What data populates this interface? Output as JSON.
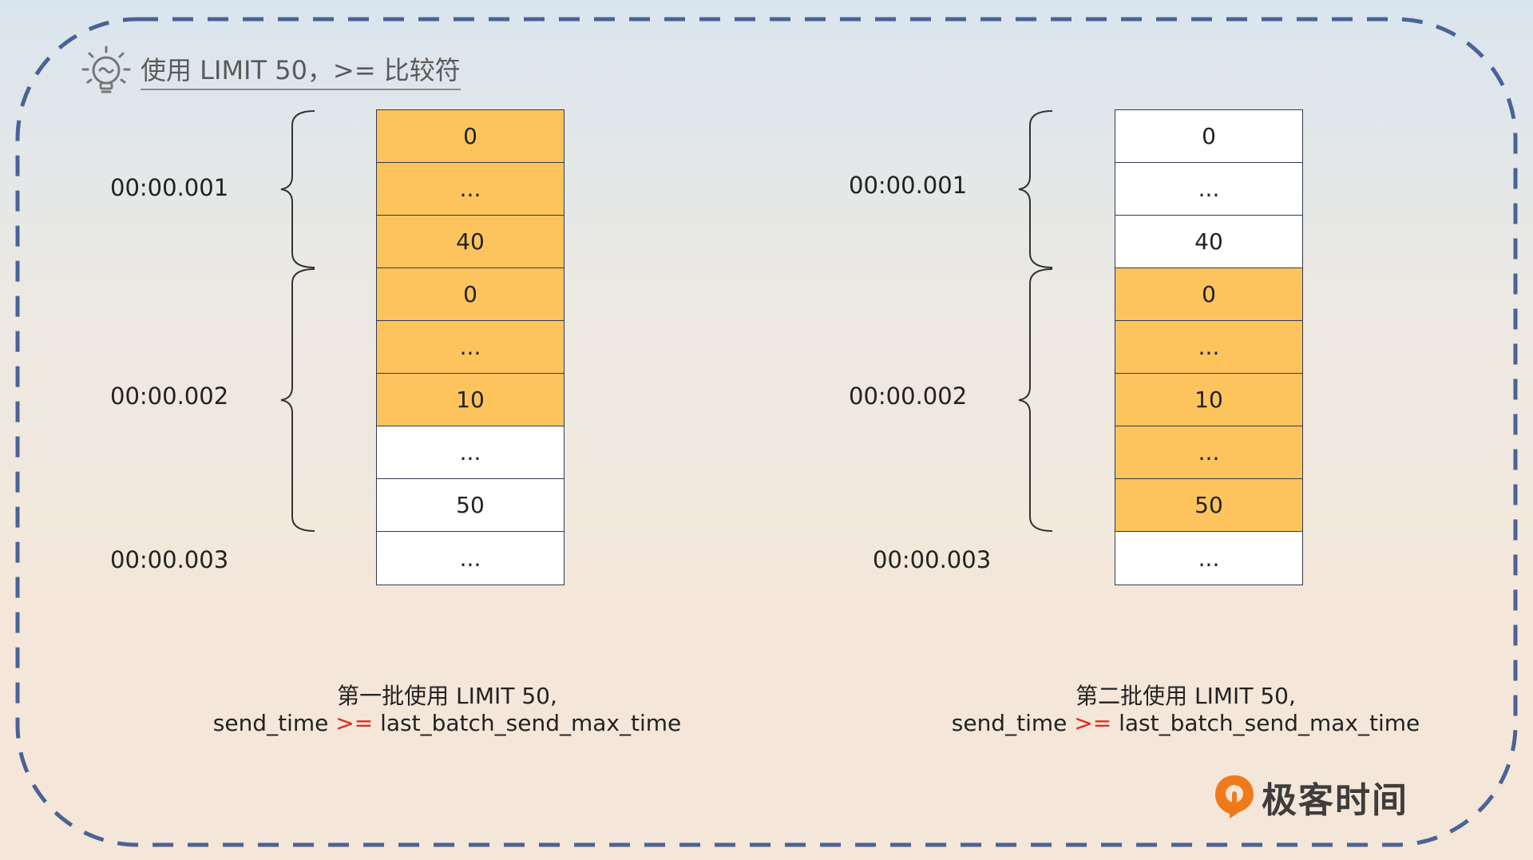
{
  "header": {
    "title": "使用 LIMIT 50，>= 比较符",
    "icon": "lightbulb-icon"
  },
  "panels": [
    {
      "times": [
        "00:00.001",
        "00:00.002",
        "00:00.003"
      ],
      "cells": [
        {
          "label": "0",
          "highlight": true
        },
        {
          "label": "...",
          "highlight": true
        },
        {
          "label": "40",
          "highlight": true
        },
        {
          "label": "0",
          "highlight": true
        },
        {
          "label": "...",
          "highlight": true
        },
        {
          "label": "10",
          "highlight": true
        },
        {
          "label": "...",
          "highlight": false
        },
        {
          "label": "50",
          "highlight": false
        },
        {
          "label": "...",
          "highlight": false
        }
      ],
      "caption_line1": "第一批使用 LIMIT 50,",
      "caption_pre": "send_time ",
      "caption_op": ">=",
      "caption_post": " last_batch_send_max_time"
    },
    {
      "times": [
        "00:00.001",
        "00:00.002",
        "00:00.003"
      ],
      "cells": [
        {
          "label": "0",
          "highlight": false
        },
        {
          "label": "...",
          "highlight": false
        },
        {
          "label": "40",
          "highlight": false
        },
        {
          "label": "0",
          "highlight": true
        },
        {
          "label": "...",
          "highlight": true
        },
        {
          "label": "10",
          "highlight": true
        },
        {
          "label": "...",
          "highlight": true
        },
        {
          "label": "50",
          "highlight": true
        },
        {
          "label": "...",
          "highlight": false
        }
      ],
      "caption_line1": "第二批使用 LIMIT 50,",
      "caption_pre": "send_time ",
      "caption_op": ">=",
      "caption_post": " last_batch_send_max_time"
    }
  ],
  "colors": {
    "highlight": "#fdc45e",
    "frame": "#4a6396",
    "operator": "#e3261c",
    "logo": "#f07a1a"
  },
  "logo": {
    "text": "极客时间",
    "icon": "geektime-logo-icon"
  }
}
